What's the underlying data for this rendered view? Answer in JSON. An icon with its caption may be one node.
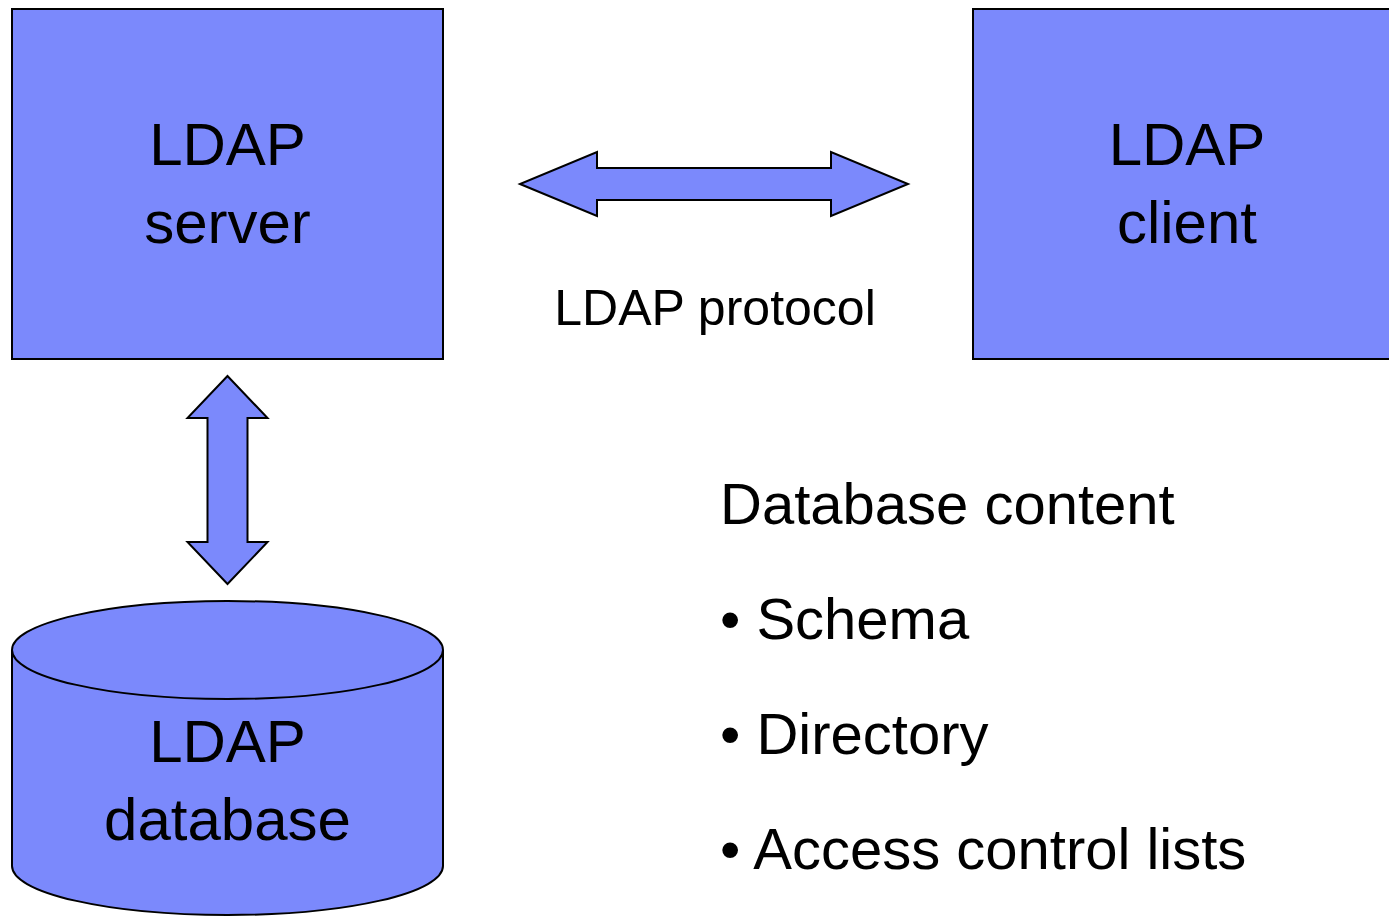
{
  "diagram": {
    "nodes": [
      {
        "text": [
          "LDAP server"
        ]
      },
      {
        "text": [
          "LDAP client"
        ]
      },
      {
        "text": [
          "LDAP database"
        ]
      }
    ],
    "edges": [
      {
        "from": 0,
        "to": 1,
        "arrow": "both",
        "label": "LDAP protocol"
      },
      {
        "from": 0,
        "to": 2,
        "arrow": "both"
      }
    ],
    "labels": [
      "Database content",
      "• Schema",
      "• Directory",
      "• Access control lists"
    ]
  }
}
